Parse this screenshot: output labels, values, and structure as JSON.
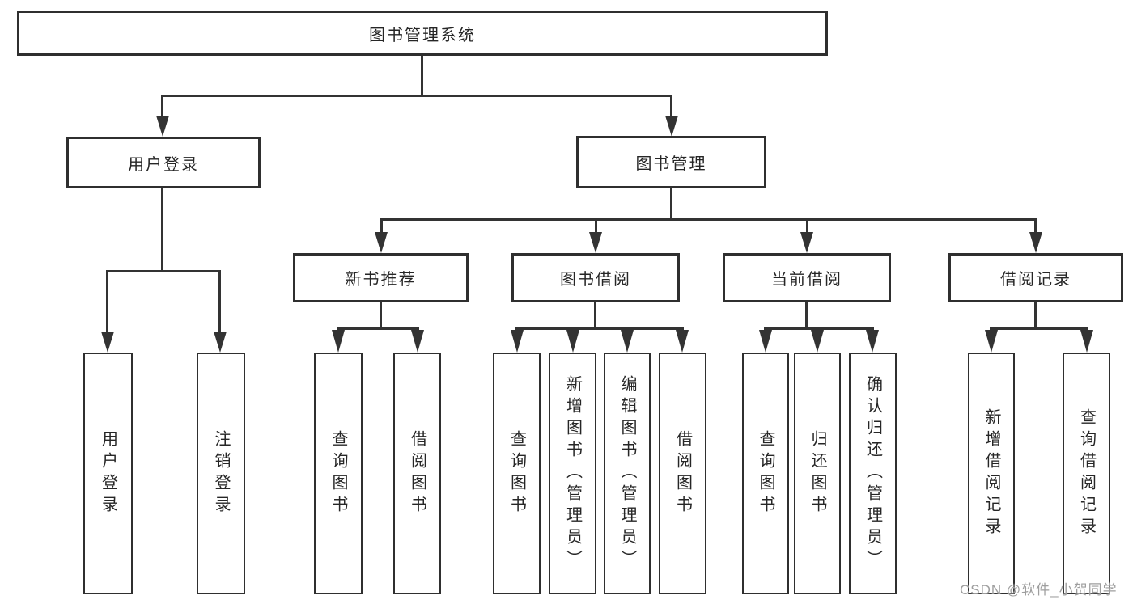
{
  "diagram_title": "图书管理系统",
  "tree": {
    "root": {
      "label": "图书管理系统",
      "children": [
        {
          "label": "用户登录",
          "children": [
            {
              "label": "用户登录"
            },
            {
              "label": "注销登录"
            }
          ]
        },
        {
          "label": "图书管理",
          "children": [
            {
              "label": "新书推荐",
              "children": [
                {
                  "label": "查询图书"
                },
                {
                  "label": "借阅图书"
                }
              ]
            },
            {
              "label": "图书借阅",
              "children": [
                {
                  "label": "查询图书"
                },
                {
                  "label": "新增图书（管理员）"
                },
                {
                  "label": "编辑图书（管理员）"
                },
                {
                  "label": "借阅图书"
                }
              ]
            },
            {
              "label": "当前借阅",
              "children": [
                {
                  "label": "查询图书"
                },
                {
                  "label": "归还图书"
                },
                {
                  "label": "确认归还（管理员）"
                }
              ]
            },
            {
              "label": "借阅记录",
              "children": [
                {
                  "label": "新增借阅记录"
                },
                {
                  "label": "查询借阅记录"
                }
              ]
            }
          ]
        }
      ]
    }
  },
  "watermark": {
    "text": "CSDN @软件_小贺同学"
  },
  "colors": {
    "line": "#333333",
    "box_border": "#2f2f2f",
    "text": "#262626",
    "watermark": "#9e9e9e",
    "background": "#ffffff"
  }
}
